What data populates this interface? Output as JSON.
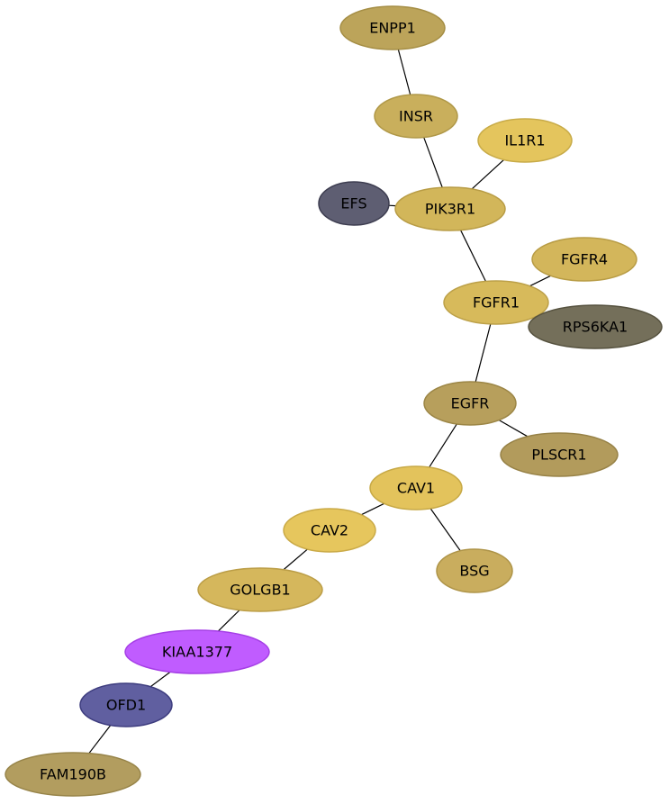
{
  "nodes": [
    {
      "id": "ENPP1",
      "label": "ENPP1",
      "fill": "#bca45a",
      "stroke": "#a58e45"
    },
    {
      "id": "INSR",
      "label": "INSR",
      "fill": "#c9af5c",
      "stroke": "#b09848"
    },
    {
      "id": "IL1R1",
      "label": "IL1R1",
      "fill": "#e4c55d",
      "stroke": "#c8ab48"
    },
    {
      "id": "EFS",
      "label": "EFS",
      "fill": "#5e5e72",
      "stroke": "#3d3d50"
    },
    {
      "id": "PIK3R1",
      "label": "PIK3R1",
      "fill": "#d2b65a",
      "stroke": "#b89c45"
    },
    {
      "id": "FGFR4",
      "label": "FGFR4",
      "fill": "#d3b65b",
      "stroke": "#b89c45"
    },
    {
      "id": "FGFR1",
      "label": "FGFR1",
      "fill": "#d7ba5b",
      "stroke": "#bca048"
    },
    {
      "id": "RPS6KA1",
      "label": "RPS6KA1",
      "fill": "#746f5a",
      "stroke": "#56523f"
    },
    {
      "id": "EGFR",
      "label": "EGFR",
      "fill": "#b79f5c",
      "stroke": "#9c8646"
    },
    {
      "id": "PLSCR1",
      "label": "PLSCR1",
      "fill": "#b29b5c",
      "stroke": "#978247"
    },
    {
      "id": "CAV1",
      "label": "CAV1",
      "fill": "#e3c35c",
      "stroke": "#c7a946"
    },
    {
      "id": "CAV2",
      "label": "CAV2",
      "fill": "#e6c65d",
      "stroke": "#caaa47"
    },
    {
      "id": "BSG",
      "label": "BSG",
      "fill": "#c9ad5e",
      "stroke": "#ae9448"
    },
    {
      "id": "GOLGB1",
      "label": "GOLGB1",
      "fill": "#d5b75c",
      "stroke": "#bb9d46"
    },
    {
      "id": "KIAA1377",
      "label": "KIAA1377",
      "fill": "#c05cff",
      "stroke": "#a53fe6"
    },
    {
      "id": "OFD1",
      "label": "OFD1",
      "fill": "#605fa0",
      "stroke": "#3e3d7f"
    },
    {
      "id": "FAM190B",
      "label": "FAM190B",
      "fill": "#b29d5f",
      "stroke": "#978449"
    }
  ],
  "edges": [
    [
      "ENPP1",
      "INSR"
    ],
    [
      "INSR",
      "PIK3R1"
    ],
    [
      "IL1R1",
      "PIK3R1"
    ],
    [
      "EFS",
      "PIK3R1"
    ],
    [
      "PIK3R1",
      "FGFR1"
    ],
    [
      "FGFR4",
      "FGFR1"
    ],
    [
      "FGFR1",
      "EGFR"
    ],
    [
      "EGFR",
      "PLSCR1"
    ],
    [
      "EGFR",
      "CAV1"
    ],
    [
      "CAV1",
      "CAV2"
    ],
    [
      "CAV1",
      "BSG"
    ],
    [
      "CAV2",
      "GOLGB1"
    ],
    [
      "GOLGB1",
      "KIAA1377"
    ],
    [
      "KIAA1377",
      "OFD1"
    ],
    [
      "OFD1",
      "FAM190B"
    ]
  ]
}
